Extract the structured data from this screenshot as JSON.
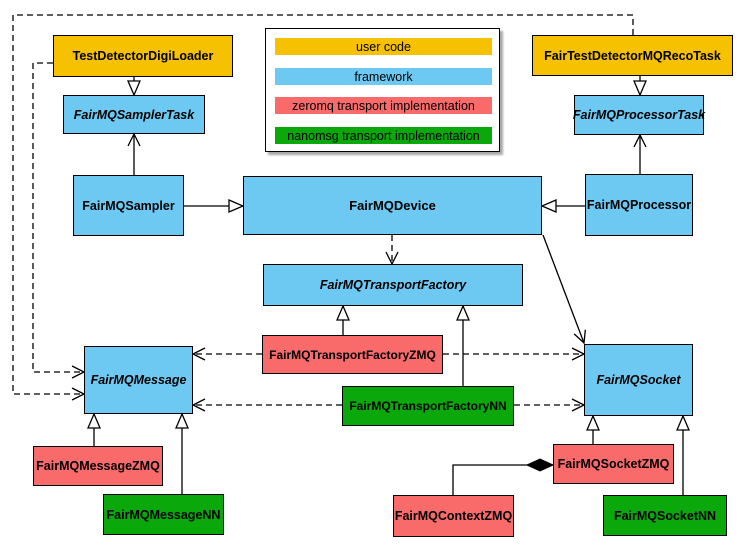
{
  "colors": {
    "user": "#f6c101",
    "framework": "#6ec9f2",
    "zeromq": "#f96b6b",
    "nanomsg": "#0aa80a",
    "border": "#000000",
    "background": "#ffffff"
  },
  "diagram": {
    "legend": {
      "items": [
        {
          "label": "user code",
          "category": "user"
        },
        {
          "label": "framework",
          "category": "framework"
        },
        {
          "label": "zeromq transport implementation",
          "category": "zeromq"
        },
        {
          "label": "nanomsg transport implementation",
          "category": "nanomsg"
        }
      ]
    },
    "nodes": [
      {
        "label": "TestDetectorDigiLoader",
        "category": "user",
        "abstract": false
      },
      {
        "label": "FairTestDetectorMQRecoTask",
        "category": "user",
        "abstract": false
      },
      {
        "label": "FairMQSamplerTask",
        "category": "framework",
        "abstract": true
      },
      {
        "label": "FairMQProcessorTask",
        "category": "framework",
        "abstract": true
      },
      {
        "label": "FairMQSampler",
        "category": "framework",
        "abstract": false
      },
      {
        "label": "FairMQDevice",
        "category": "framework",
        "abstract": false
      },
      {
        "label": "FairMQProcessor",
        "category": "framework",
        "abstract": false
      },
      {
        "label": "FairMQTransportFactory",
        "category": "framework",
        "abstract": true
      },
      {
        "label": "FairMQTransportFactoryZMQ",
        "category": "zeromq",
        "abstract": false
      },
      {
        "label": "FairMQTransportFactoryNN",
        "category": "nanomsg",
        "abstract": false
      },
      {
        "label": "FairMQMessage",
        "category": "framework",
        "abstract": true
      },
      {
        "label": "FairMQSocket",
        "category": "framework",
        "abstract": true
      },
      {
        "label": "FairMQMessageZMQ",
        "category": "zeromq",
        "abstract": false
      },
      {
        "label": "FairMQMessageNN",
        "category": "nanomsg",
        "abstract": false
      },
      {
        "label": "FairMQContextZMQ",
        "category": "zeromq",
        "abstract": false
      },
      {
        "label": "FairMQSocketZMQ",
        "category": "zeromq",
        "abstract": false
      },
      {
        "label": "FairMQSocketNN",
        "category": "nanomsg",
        "abstract": false
      }
    ],
    "relationships": [
      {
        "from": "TestDetectorDigiLoader",
        "to": "FairMQSamplerTask",
        "type": "inheritance",
        "style": "solid"
      },
      {
        "from": "FairTestDetectorMQRecoTask",
        "to": "FairMQProcessorTask",
        "type": "inheritance",
        "style": "solid"
      },
      {
        "from": "FairMQSampler",
        "to": "FairMQDevice",
        "type": "inheritance",
        "style": "solid"
      },
      {
        "from": "FairMQProcessor",
        "to": "FairMQDevice",
        "type": "inheritance",
        "style": "solid"
      },
      {
        "from": "FairMQSampler",
        "to": "FairMQSamplerTask",
        "type": "association",
        "style": "solid"
      },
      {
        "from": "FairMQProcessor",
        "to": "FairMQProcessorTask",
        "type": "association",
        "style": "solid"
      },
      {
        "from": "FairMQDevice",
        "to": "FairMQTransportFactory",
        "type": "dependency",
        "style": "dashed"
      },
      {
        "from": "FairMQDevice",
        "to": "FairMQSocket",
        "type": "association",
        "style": "solid"
      },
      {
        "from": "FairMQTransportFactoryZMQ",
        "to": "FairMQTransportFactory",
        "type": "inheritance",
        "style": "solid"
      },
      {
        "from": "FairMQTransportFactoryNN",
        "to": "FairMQTransportFactory",
        "type": "inheritance",
        "style": "solid"
      },
      {
        "from": "FairMQTransportFactoryZMQ",
        "to": "FairMQMessage",
        "type": "dependency",
        "style": "dashed"
      },
      {
        "from": "FairMQTransportFactoryZMQ",
        "to": "FairMQSocket",
        "type": "dependency",
        "style": "dashed"
      },
      {
        "from": "FairMQTransportFactoryNN",
        "to": "FairMQMessage",
        "type": "dependency",
        "style": "dashed"
      },
      {
        "from": "FairMQTransportFactoryNN",
        "to": "FairMQSocket",
        "type": "dependency",
        "style": "dashed"
      },
      {
        "from": "TestDetectorDigiLoader",
        "to": "FairMQMessage",
        "type": "dependency",
        "style": "dashed"
      },
      {
        "from": "FairTestDetectorMQRecoTask",
        "to": "FairMQMessage",
        "type": "dependency",
        "style": "dashed"
      },
      {
        "from": "FairMQMessageZMQ",
        "to": "FairMQMessage",
        "type": "inheritance",
        "style": "solid"
      },
      {
        "from": "FairMQMessageNN",
        "to": "FairMQMessage",
        "type": "inheritance",
        "style": "solid"
      },
      {
        "from": "FairMQSocketZMQ",
        "to": "FairMQSocket",
        "type": "inheritance",
        "style": "solid"
      },
      {
        "from": "FairMQSocketNN",
        "to": "FairMQSocket",
        "type": "inheritance",
        "style": "solid"
      },
      {
        "from": "FairMQContextZMQ",
        "to": "FairMQSocketZMQ",
        "type": "composition",
        "style": "solid"
      }
    ]
  }
}
